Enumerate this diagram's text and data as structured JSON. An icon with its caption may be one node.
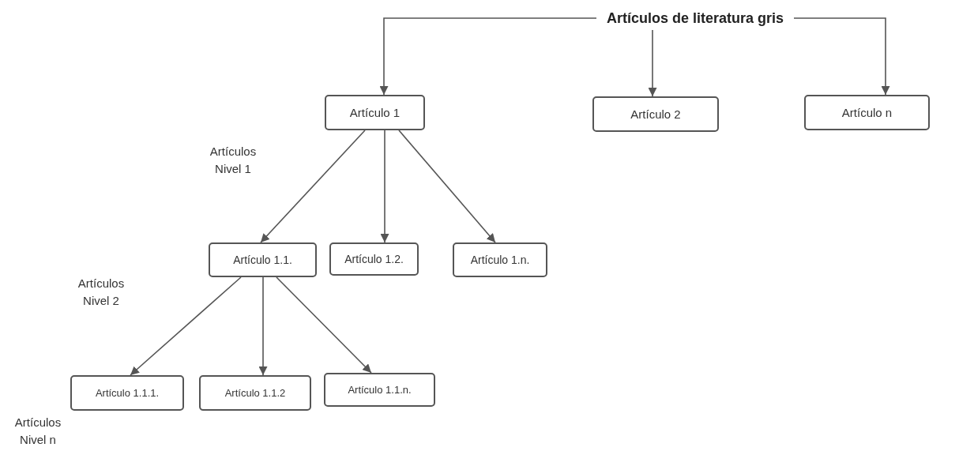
{
  "diagram": {
    "nodes": [
      {
        "text": [
          "Artículos de literatura gris"
        ]
      },
      {
        "text": [
          "Artículo 1"
        ]
      },
      {
        "text": [
          "Artículo 2"
        ]
      },
      {
        "text": [
          "Artículo n"
        ]
      },
      {
        "text": [
          "Artículo 1.1."
        ]
      },
      {
        "text": [
          "Artículo 1.2."
        ]
      },
      {
        "text": [
          "Artículo 1.n."
        ]
      },
      {
        "text": [
          "Artículo 1.1.1."
        ]
      },
      {
        "text": [
          "Artículo 1.1.2"
        ]
      },
      {
        "text": [
          "Artículo 1.1.n."
        ]
      }
    ],
    "edges": [
      {
        "from": 0,
        "to": 1,
        "arrow": "to"
      },
      {
        "from": 0,
        "to": 2,
        "arrow": "to"
      },
      {
        "from": 0,
        "to": 3,
        "arrow": "to"
      },
      {
        "from": 1,
        "to": 4,
        "arrow": "to"
      },
      {
        "from": 1,
        "to": 5,
        "arrow": "to"
      },
      {
        "from": 1,
        "to": 6,
        "arrow": "to"
      },
      {
        "from": 4,
        "to": 7,
        "arrow": "to"
      },
      {
        "from": 4,
        "to": 8,
        "arrow": "to"
      },
      {
        "from": 4,
        "to": 9,
        "arrow": "to"
      }
    ],
    "labels": [
      "Artículos Nivel 1",
      "Artículos Nivel 2",
      "Artículos Nivel n"
    ]
  }
}
